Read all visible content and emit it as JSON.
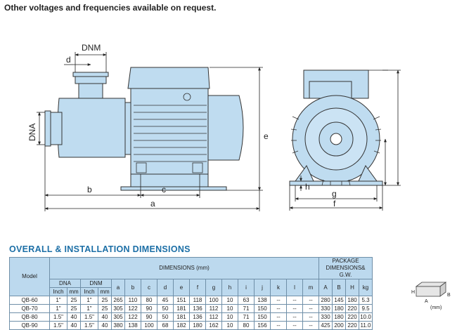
{
  "note": "Other voltages and frequencies available on request.",
  "drawing_labels": {
    "DNM": "DNM",
    "d": "d",
    "DNA": "DNA",
    "e": "e",
    "b": "b",
    "c": "c",
    "a": "a",
    "h": "h",
    "g": "g",
    "f": "f"
  },
  "section_title": "OVERALL & INSTALLATION DIMENSIONS",
  "table": {
    "model_header": "Model",
    "dimensions_header": "DIMENSIONS (mm)",
    "package_header": "PACKAGE DIMENSIONS& G.W.",
    "dna": "DNA",
    "dnm": "DNM",
    "inch": "Inch",
    "mm": "mm",
    "dim_cols": [
      "a",
      "b",
      "c",
      "d",
      "e",
      "f",
      "g",
      "h",
      "i",
      "j",
      "k",
      "l",
      "m"
    ],
    "pkg_cols": [
      "A",
      "B",
      "H",
      "kg"
    ],
    "rows": [
      {
        "model": "QB-60",
        "dna_in": "1\"",
        "dna_mm": "25",
        "dnm_in": "1\"",
        "dnm_mm": "25",
        "dims": [
          "265",
          "110",
          "80",
          "45",
          "151",
          "118",
          "100",
          "10",
          "63",
          "138",
          "--",
          "--",
          "--"
        ],
        "pkg": [
          "280",
          "145",
          "180",
          "5.3"
        ]
      },
      {
        "model": "QB-70",
        "dna_in": "1\"",
        "dna_mm": "25",
        "dnm_in": "1\"",
        "dnm_mm": "25",
        "dims": [
          "305",
          "122",
          "90",
          "50",
          "181",
          "136",
          "112",
          "10",
          "71",
          "150",
          "--",
          "--",
          "--"
        ],
        "pkg": [
          "330",
          "180",
          "220",
          "9.5"
        ]
      },
      {
        "model": "QB-80",
        "dna_in": "1.5\"",
        "dna_mm": "40",
        "dnm_in": "1.5\"",
        "dnm_mm": "40",
        "dims": [
          "305",
          "122",
          "90",
          "50",
          "181",
          "136",
          "112",
          "10",
          "71",
          "150",
          "--",
          "--",
          "--"
        ],
        "pkg": [
          "330",
          "180",
          "220",
          "10.0"
        ]
      },
      {
        "model": "QB-90",
        "dna_in": "1.5\"",
        "dna_mm": "40",
        "dnm_in": "1.5\"",
        "dnm_mm": "40",
        "dims": [
          "380",
          "138",
          "100",
          "68",
          "182",
          "180",
          "162",
          "10",
          "80",
          "156",
          "--",
          "--",
          "--"
        ],
        "pkg": [
          "425",
          "200",
          "220",
          "11.0"
        ]
      }
    ]
  },
  "package_figure": {
    "H": "H",
    "B": "B",
    "A": "A",
    "unit": "(mm)"
  }
}
